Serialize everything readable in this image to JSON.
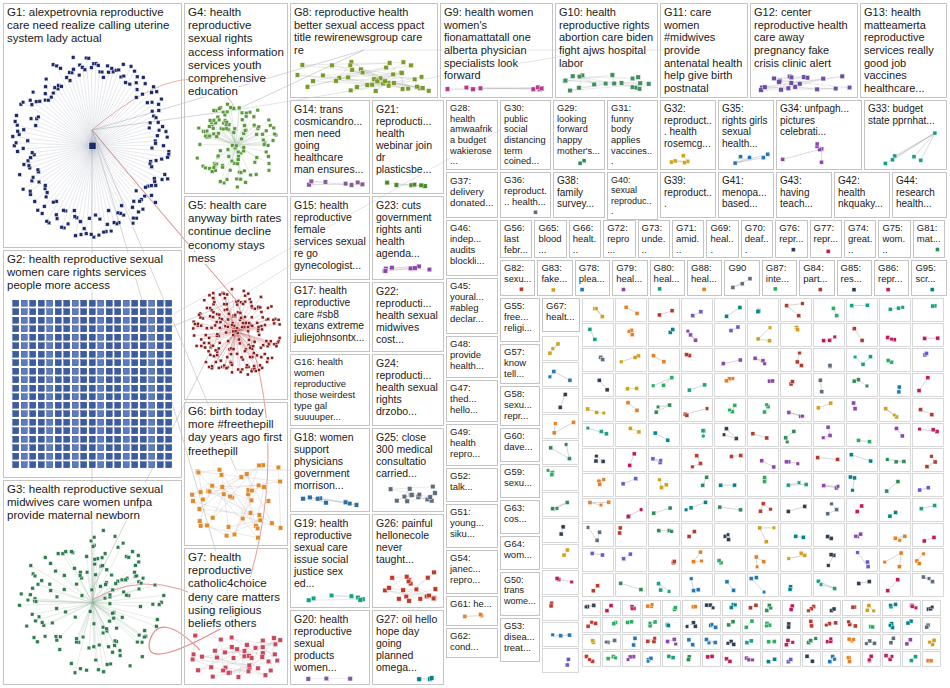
{
  "diagram": {
    "nodes": [
      {
        "text": [
          "G1: alexpetrovnia reproductive care need realize calling uterine system lady actual"
        ]
      },
      {
        "text": [
          "G2: health reproductive sexual women care rights services people more access"
        ]
      },
      {
        "text": [
          "G3: health reproductive sexual midwives care women unfpa provide maternal newborn"
        ]
      },
      {
        "text": [
          "G4: health reproductive sexual rights access information services youth comprehensive education"
        ]
      },
      {
        "text": [
          "G5: health care anyway birth rates continue decline economy stays mess"
        ]
      },
      {
        "text": [
          "G6: birth today more #freethepill day years ago first freethepill"
        ]
      },
      {
        "text": [
          "G7: health reproductive catholic4choice deny care matters using religious beliefs others"
        ]
      },
      {
        "text": [
          "G8: reproductive health better sexual access ppact title rewirenewsgroup care re"
        ]
      },
      {
        "text": [
          "G9: health women women's fionamattatall one alberta physician specialists look forward"
        ]
      },
      {
        "text": [
          "G10: health reproductive rights abortion care biden fight ajws hospital labor"
        ]
      },
      {
        "text": [
          "G11: care women #midwives provide antenatal health help give birth postnatal"
        ]
      },
      {
        "text": [
          "G12: center reproductive health care away pregnancy fake crisis clinic alert"
        ]
      },
      {
        "text": [
          "G13: health matteamerta reproductive services really good job vaccines healthcare..."
        ]
      },
      {
        "text": [
          "G14: trans cosmicandro... men need going healthcare man ensures..."
        ]
      },
      {
        "text": [
          "G15: health reproductive female services sexual re go gynecologist..."
        ]
      },
      {
        "text": [
          "G17: health reproductive care #sb8 texans extreme juliejohnsontx..."
        ]
      },
      {
        "text": [
          "G16: health women reproductive those weirdest type gal suuuuper..."
        ]
      },
      {
        "text": [
          "G18: women support physicians government morrison..."
        ]
      },
      {
        "text": [
          "G19: health reproductive sexual care issue social justice sex ed..."
        ]
      },
      {
        "text": [
          "G20: health reproductive sexual products women..."
        ]
      },
      {
        "text": [
          "G21: reproducti... health webinar join dr plasticsbe..."
        ]
      },
      {
        "text": [
          "G23: cuts government rights anti health agenda..."
        ]
      },
      {
        "text": [
          "G22: reproducti... health sexual midwives cost..."
        ]
      },
      {
        "text": [
          "G24: reproducti... health sexual rights drzobo..."
        ]
      },
      {
        "text": [
          "G25: close 300 medical consultatio carried..."
        ]
      },
      {
        "text": [
          "G26: painful hellonecole never taught..."
        ]
      },
      {
        "text": [
          "G27: oil hello hope day going planned omega..."
        ]
      },
      {
        "text": [
          "G28: health amwaafrika budget wakierose..."
        ]
      },
      {
        "text": [
          "G30: public social distancing term coined..."
        ]
      },
      {
        "text": [
          "G29: looking forward happy mother's..."
        ]
      },
      {
        "text": [
          "G31: funny body applies vaccines..."
        ]
      },
      {
        "text": [
          "G32: reproduct... health rosemcg..."
        ]
      },
      {
        "text": [
          "G35: rights girls sexual health..."
        ]
      },
      {
        "text": [
          "G34: unfpagh... pictures celebrati..."
        ]
      },
      {
        "text": [
          "G33: budget state pprnhat..."
        ]
      },
      {
        "text": [
          "G37: delivery donated..."
        ]
      },
      {
        "text": [
          "G36: reproduct... health..."
        ]
      },
      {
        "text": [
          "G38: family survey..."
        ]
      },
      {
        "text": [
          "G40: sexual reproduc..."
        ]
      },
      {
        "text": [
          "G39: reproduct..."
        ]
      },
      {
        "text": [
          "G41: menopa... based..."
        ]
      },
      {
        "text": [
          "G43: having teach..."
        ]
      },
      {
        "text": [
          "G42: health nkquaky..."
        ]
      },
      {
        "text": [
          "G44: research health..."
        ]
      },
      {
        "text": [
          "G46: indep... audits blockli..."
        ]
      },
      {
        "text": [
          "G56: last febr..."
        ]
      },
      {
        "text": [
          "G65: blood..."
        ]
      },
      {
        "text": [
          "G66: healt..."
        ]
      },
      {
        "text": [
          "G72: repro..."
        ]
      },
      {
        "text": [
          "G73: unde..."
        ]
      },
      {
        "text": [
          "G71: amid..."
        ]
      },
      {
        "text": [
          "G69: heal..."
        ]
      },
      {
        "text": [
          "G70: deaf..."
        ]
      },
      {
        "text": [
          "G76: repr..."
        ]
      },
      {
        "text": [
          "G77: repr..."
        ]
      },
      {
        "text": [
          "G74: great..."
        ]
      },
      {
        "text": [
          "G75: wom..."
        ]
      },
      {
        "text": [
          "G81: mat..."
        ]
      },
      {
        "text": [
          "G82: sexu..."
        ]
      },
      {
        "text": [
          "G83: fake..."
        ]
      },
      {
        "text": [
          "G78: plea..."
        ]
      },
      {
        "text": [
          "G79: heal..."
        ]
      },
      {
        "text": [
          "G80: heal..."
        ]
      },
      {
        "text": [
          "G88: heal..."
        ]
      },
      {
        "text": [
          "G90"
        ]
      },
      {
        "text": [
          "G87: inte..."
        ]
      },
      {
        "text": [
          "G84: part..."
        ]
      },
      {
        "text": [
          "G85: res..."
        ]
      },
      {
        "text": [
          "G86: repr..."
        ]
      },
      {
        "text": [
          "G95: scr..."
        ]
      },
      {
        "text": [
          "G45: youral... #ableg declar..."
        ]
      },
      {
        "text": [
          "G48: provide health..."
        ]
      },
      {
        "text": [
          "G47: thed... hello..."
        ]
      },
      {
        "text": [
          "G49: health repro..."
        ]
      },
      {
        "text": [
          "G52: talk..."
        ]
      },
      {
        "text": [
          "G51: young... siku..."
        ]
      },
      {
        "text": [
          "G54: janec... repro..."
        ]
      },
      {
        "text": [
          "G61: he..."
        ]
      },
      {
        "text": [
          "G62: cond..."
        ]
      },
      {
        "text": [
          "G55: free... religi..."
        ]
      },
      {
        "text": [
          "G57: know tell..."
        ]
      },
      {
        "text": [
          "G58: sexu... repr..."
        ]
      },
      {
        "text": [
          "G60: dave..."
        ]
      },
      {
        "text": [
          "G59: sexu..."
        ]
      },
      {
        "text": [
          "G63: cos..."
        ]
      },
      {
        "text": [
          "G64: wom..."
        ]
      },
      {
        "text": [
          "G50: trans wome..."
        ]
      },
      {
        "text": [
          "G53: disea... treat..."
        ]
      },
      {
        "text": [
          "G67: healt..."
        ]
      }
    ]
  }
}
